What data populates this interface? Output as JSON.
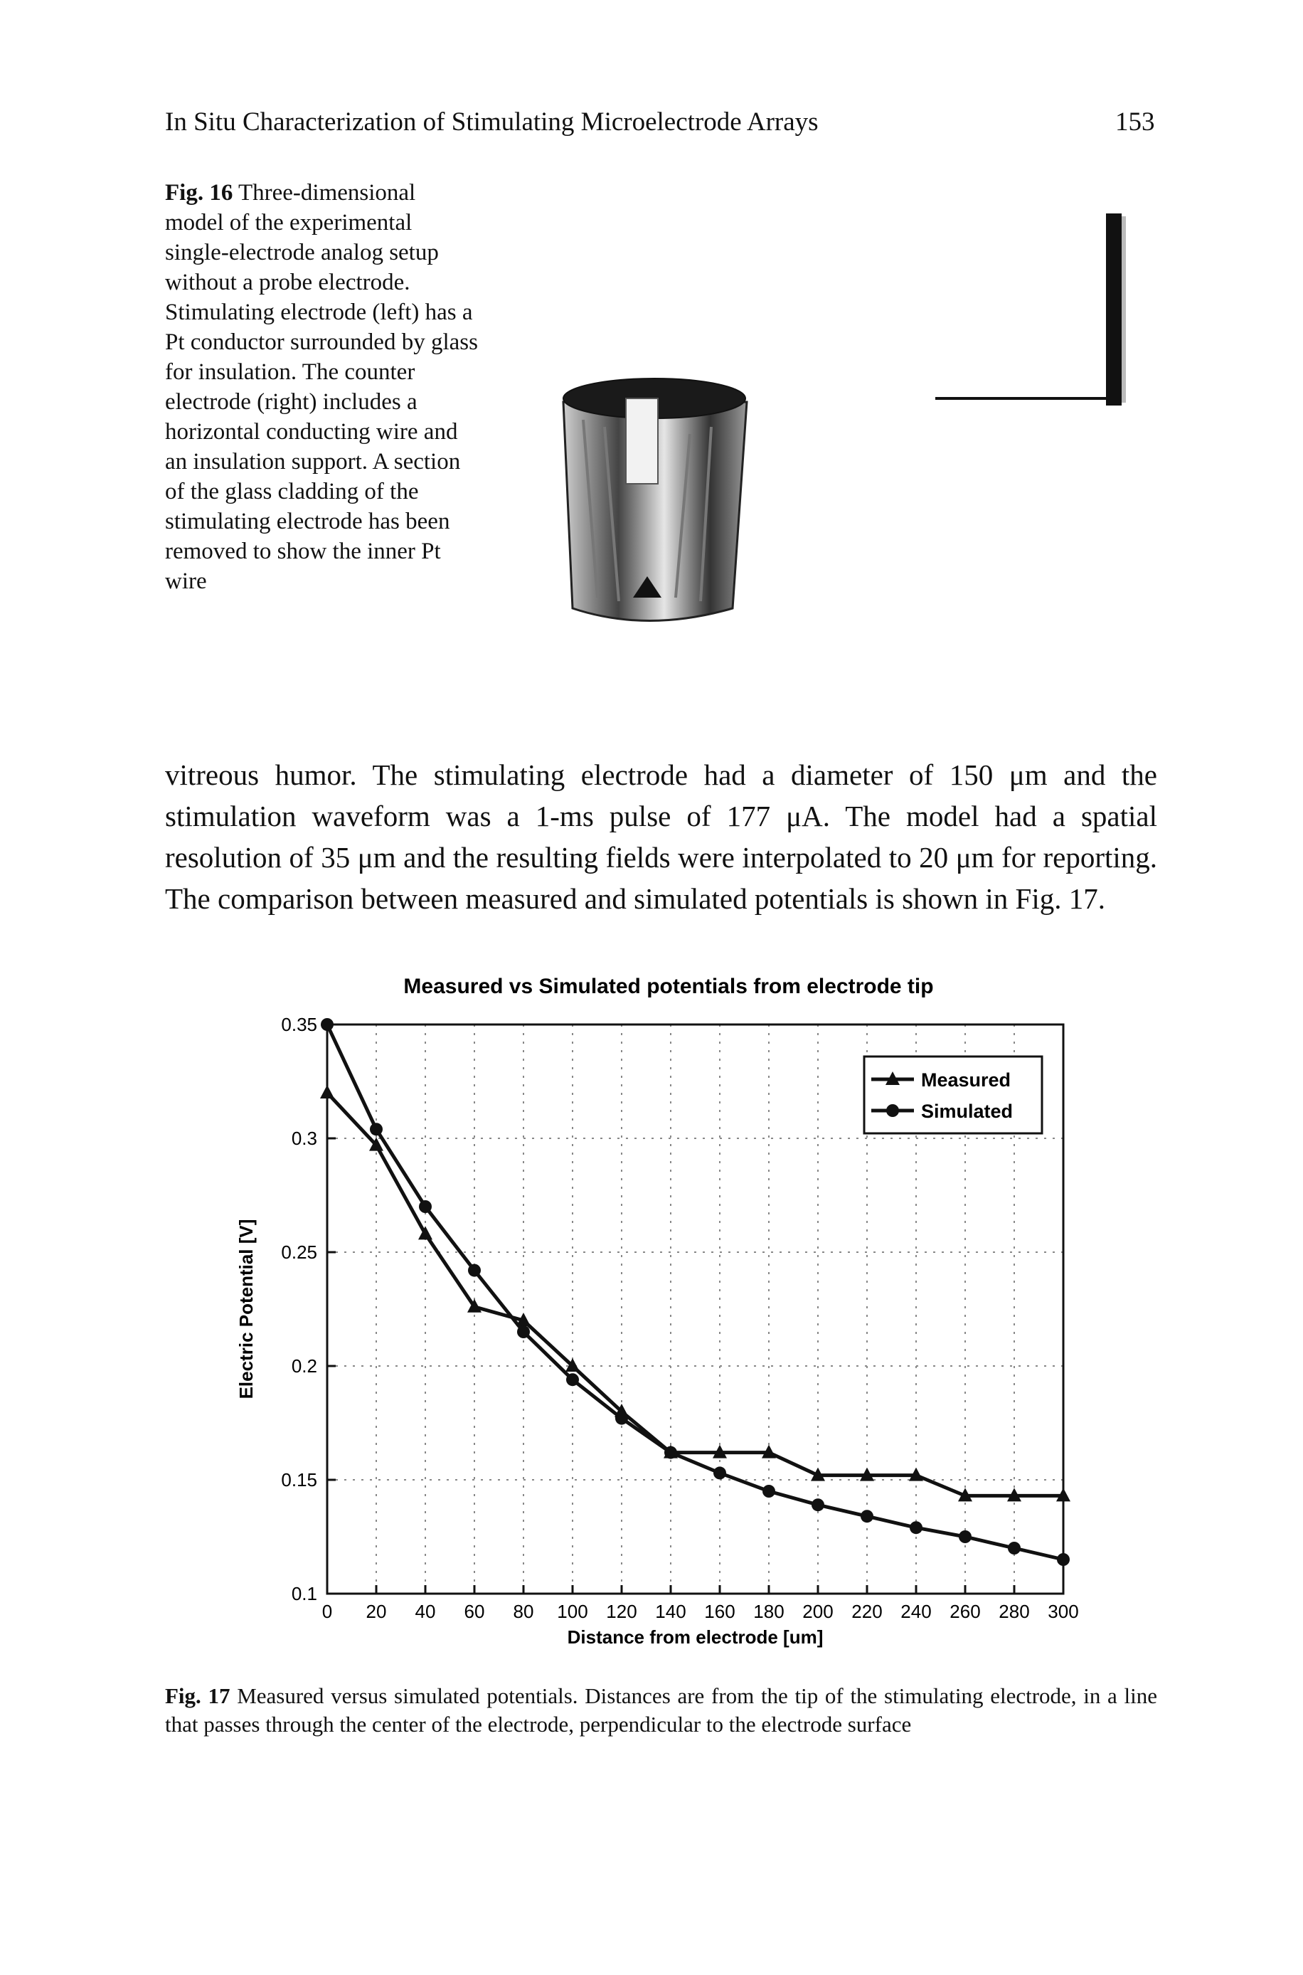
{
  "header": {
    "running_head": "In Situ Characterization of Stimulating Microelectrode Arrays",
    "page_number": "153"
  },
  "figure16": {
    "label": "Fig. 16",
    "caption": "Three-dimensional model of the experimental single-electrode analog setup without a probe electrode. Stimulating electrode (left) has a Pt conductor surrounded by glass for insulation. The counter electrode (right) includes a horizontal conducting wire and an insulation support. A section of the glass cladding of the stimulating electrode has been removed to show the inner Pt wire"
  },
  "body_text": "vitreous humor. The stimulating electrode had a diameter of 150 μm and the stimulation waveform was a 1-ms pulse of 177 μA. The model had a spatial resolution of 35 μm and the resulting fields were interpolated to 20 μm for reporting. The comparison between measured and simulated potentials is shown in Fig. 17.",
  "figure17": {
    "label": "Fig. 17",
    "caption": "Measured versus simulated potentials. Distances are from the tip of the stimulating electrode, in a line that passes through the center of the electrode, perpendicular to the electrode surface"
  },
  "chart_data": {
    "type": "line",
    "title": "Measured vs Simulated potentials from electrode tip",
    "xlabel": "Distance from electrode [um]",
    "ylabel": "Electric Potential [V]",
    "xlim": [
      0,
      300
    ],
    "ylim": [
      0.1,
      0.35
    ],
    "xticks": [
      "0",
      "20",
      "40",
      "60",
      "80",
      "100",
      "120",
      "140",
      "160",
      "180",
      "200",
      "220",
      "240",
      "260",
      "280",
      "300"
    ],
    "yticks": [
      "0.1",
      "0.15",
      "0.2",
      "0.25",
      "0.3",
      "0.35"
    ],
    "grid": true,
    "legend_position": "top-right",
    "x": [
      0,
      20,
      40,
      60,
      80,
      100,
      120,
      140,
      160,
      180,
      200,
      220,
      240,
      260,
      280,
      300
    ],
    "series": [
      {
        "name": "Measured",
        "marker": "triangle",
        "values": [
          0.32,
          0.297,
          0.258,
          0.226,
          0.22,
          0.2,
          0.18,
          0.162,
          0.162,
          0.162,
          0.152,
          0.152,
          0.152,
          0.143,
          0.143,
          0.143
        ]
      },
      {
        "name": "Simulated",
        "marker": "circle",
        "values": [
          0.35,
          0.304,
          0.27,
          0.242,
          0.215,
          0.194,
          0.177,
          0.162,
          0.153,
          0.145,
          0.139,
          0.134,
          0.129,
          0.125,
          0.12,
          0.115
        ]
      }
    ],
    "colors": {
      "line": "#111111"
    }
  }
}
